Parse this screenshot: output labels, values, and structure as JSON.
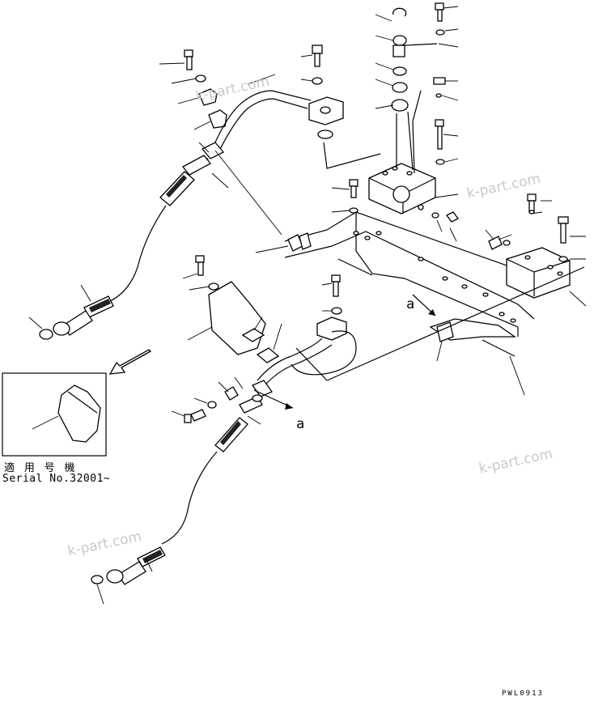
{
  "watermarks": [
    "k-part.com",
    "k-part.com",
    "k-part.com",
    "k-part.com"
  ],
  "inset": {
    "serial_label_ja": "適 用 号 機",
    "serial_label_en": "Serial No.32001~"
  },
  "reference_marks": [
    "a",
    "a"
  ],
  "drawing_code": "PWL0913"
}
